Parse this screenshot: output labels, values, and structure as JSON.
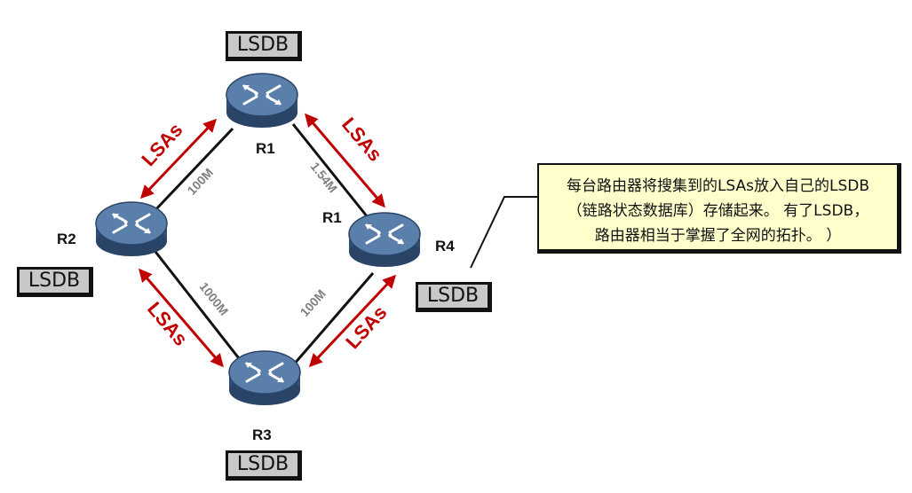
{
  "routers": {
    "r1": {
      "label": "R1",
      "icon": "router-icon"
    },
    "r2": {
      "label": "R2",
      "icon": "router-icon"
    },
    "r3": {
      "label": "R3",
      "icon": "router-icon"
    },
    "r4": {
      "label": "R4",
      "icon": "router-icon"
    },
    "r1_second_label": "R1"
  },
  "lsdb_label": "LSDB",
  "links": {
    "r1_r2": "100M",
    "r1_r4": "1.54M",
    "r2_r3": "1000M",
    "r3_r4": "100M"
  },
  "lsa_label": "LSAs",
  "note": {
    "line1": "每台路由器将搜集到的LSAs放入自己的LSDB",
    "line2": "（链路状态数据库）存储起来。 有了LSDB，",
    "line3": "路由器相当于掌握了全网的拓扑。 ）"
  },
  "colors": {
    "arrow": "#c00000",
    "router_body": "#4a6f9a",
    "lsdb_box": "#c8c8c8",
    "note_bg": "#ffffcc",
    "link_label": "#808080"
  }
}
